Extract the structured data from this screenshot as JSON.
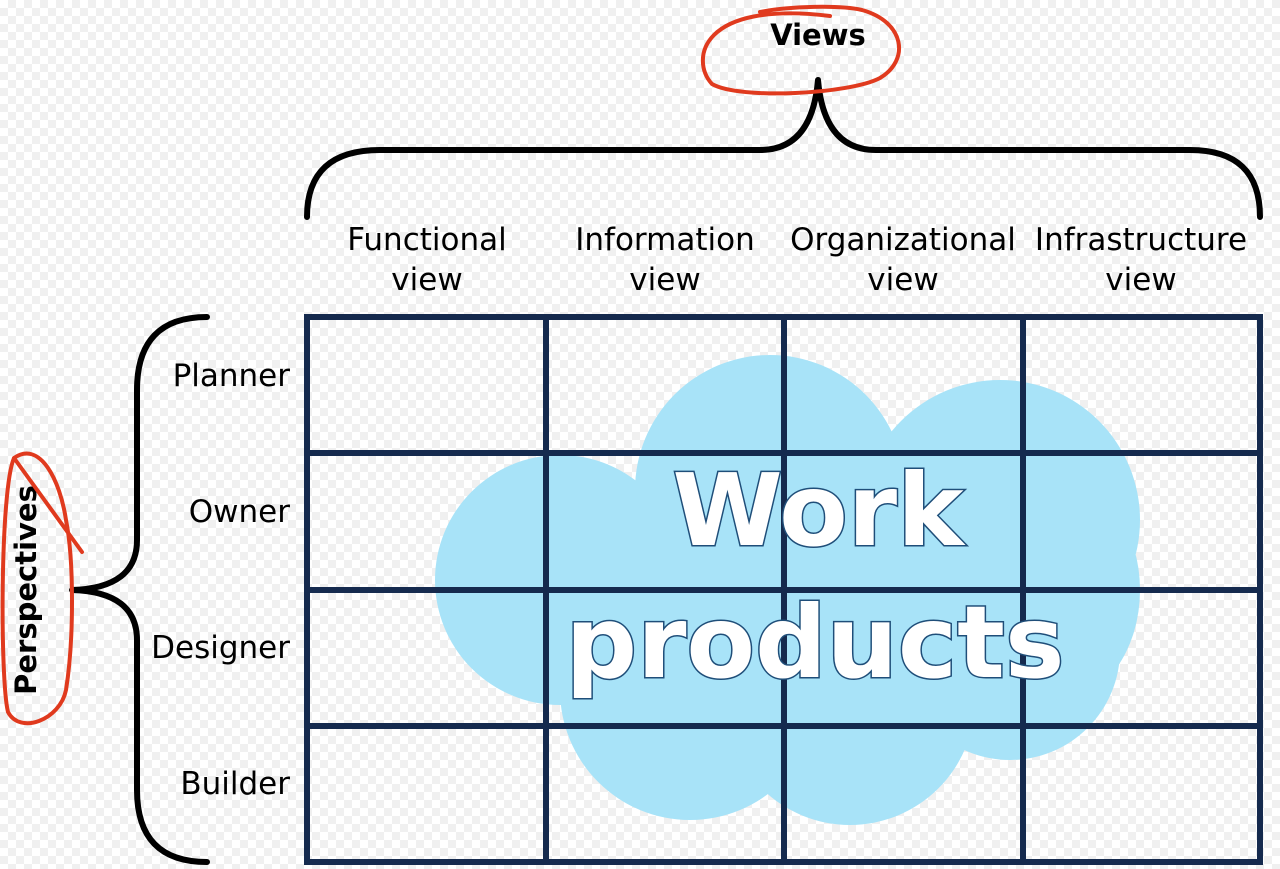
{
  "title": "Views",
  "side_title": "Perspectives",
  "columns": [
    {
      "line1": "Functional",
      "line2": "view"
    },
    {
      "line1": "Information",
      "line2": "view"
    },
    {
      "line1": "Organizational",
      "line2": "view"
    },
    {
      "line1": "Infrastructure",
      "line2": "view"
    }
  ],
  "rows": [
    "Planner",
    "Owner",
    "Designer",
    "Builder"
  ],
  "cloud": {
    "line1": "Work",
    "line2": "products"
  },
  "colors": {
    "grid": "#152a4e",
    "cloud": "#a8e3f8",
    "annotation": "#e03a1e",
    "brace": "#000000"
  }
}
